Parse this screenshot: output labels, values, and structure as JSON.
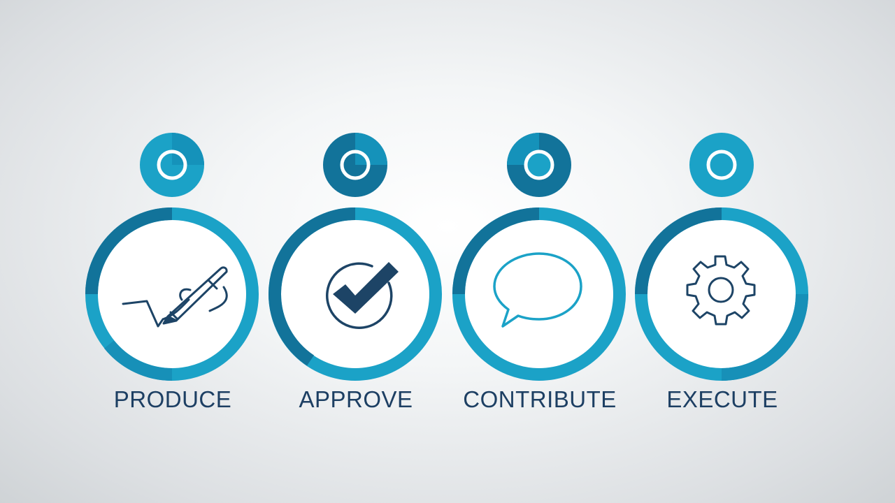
{
  "colors": {
    "ring_light": "#1ba2c7",
    "ring_dark": "#12739a",
    "icon_stroke": "#1d4466",
    "label_text": "#1d3f63",
    "background": "#eef0f1"
  },
  "steps": [
    {
      "label": "PRODUCE",
      "icon": "signature-pen-icon"
    },
    {
      "label": "APPROVE",
      "icon": "checkmark-circle-icon"
    },
    {
      "label": "CONTRIBUTE",
      "icon": "speech-bubble-icon"
    },
    {
      "label": "EXECUTE",
      "icon": "gear-icon"
    }
  ]
}
